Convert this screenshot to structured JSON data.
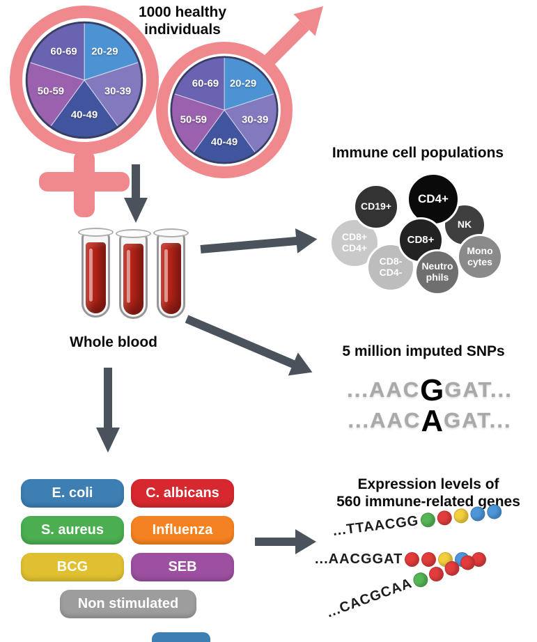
{
  "demographics": {
    "title_line1": "1000 healthy",
    "title_line2": "individuals",
    "age_groups": [
      "20-29",
      "30-39",
      "40-49",
      "50-59",
      "60-69"
    ],
    "slice_colors": [
      "#4C93D4",
      "#8379BF",
      "#41549E",
      "#9A62AE",
      "#6A63B2"
    ]
  },
  "blood": {
    "label": "Whole blood"
  },
  "immune": {
    "title": "Immune cell populations",
    "cells": [
      {
        "label": "CD19+",
        "color": "#333333"
      },
      {
        "label": "CD4+",
        "color": "#0A0A0A"
      },
      {
        "label": "NK",
        "color": "#3F3F3F"
      },
      {
        "label": "CD8+ CD4+",
        "color": "#C9C9C9"
      },
      {
        "label": "CD8+",
        "color": "#222222"
      },
      {
        "label": "Mono cytes",
        "color": "#8A8A8A"
      },
      {
        "label": "CD8- CD4-",
        "color": "#BDBDBD"
      },
      {
        "label": "Neutro phils",
        "color": "#6F6F6F"
      }
    ]
  },
  "snps": {
    "title": "5 million imputed SNPs",
    "seq1": {
      "pre": "...AAC",
      "variant": "G",
      "post": "GAT..."
    },
    "seq2": {
      "pre": "...AAC",
      "variant": "A",
      "post": "GAT..."
    }
  },
  "stimuli": {
    "items": [
      {
        "label": "E. coli",
        "color": "#3D7EB3"
      },
      {
        "label": "C. albicans",
        "color": "#D7282F"
      },
      {
        "label": "S. aureus",
        "color": "#4BAE50"
      },
      {
        "label": "Influenza",
        "color": "#F58221"
      },
      {
        "label": "BCG",
        "color": "#E0C030"
      },
      {
        "label": "SEB",
        "color": "#9D50A0"
      },
      {
        "label": "Non stimulated",
        "color": "#9D9D9D"
      }
    ]
  },
  "expression": {
    "title_line1": "Expression levels of",
    "title_line2": "560 immune-related genes",
    "rows": [
      {
        "seq": "...TTAACGG",
        "beads": [
          "#55B656",
          "#E23C3C",
          "#F3CF3D",
          "#4D96D9",
          "#4D96D9"
        ]
      },
      {
        "seq": "...AACGGAT",
        "beads": [
          "#E23C3C",
          "#E23C3C",
          "#F3CF3D",
          "#4D96D9",
          "#E23C3C"
        ]
      },
      {
        "seq": "...CACGCAA",
        "beads": [
          "#55B656",
          "#E23C3C",
          "#E23C3C",
          "#E23C3C"
        ]
      }
    ]
  },
  "colors": {
    "arrow": "#4A525C",
    "symbol_pink": "#F0898D",
    "blood_red": "#BC2418",
    "footer_partial": "#3D7EB3"
  }
}
